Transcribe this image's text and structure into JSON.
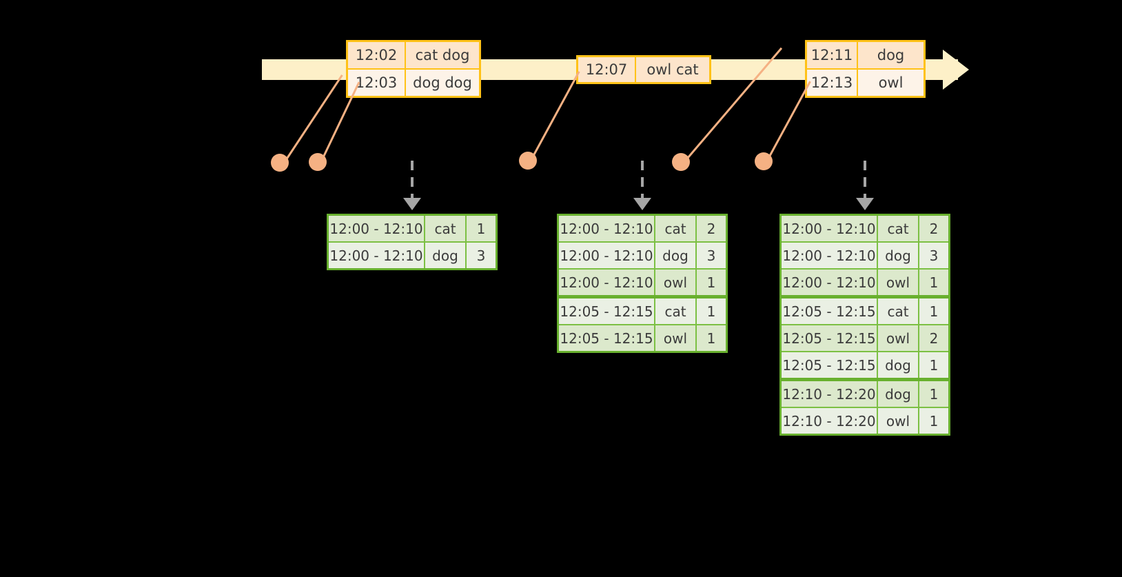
{
  "timeline": {
    "name": "event-time-axis",
    "arrow_direction": "right",
    "color": "#fdf0c8"
  },
  "events": [
    {
      "name": "event-box-1",
      "rows": [
        {
          "time": "12:02",
          "value": "cat dog"
        },
        {
          "time": "12:03",
          "value": "dog dog"
        }
      ]
    },
    {
      "name": "event-box-2",
      "rows": [
        {
          "time": "12:07",
          "value": "owl cat"
        }
      ]
    },
    {
      "name": "event-box-3",
      "rows": [
        {
          "time": "12:11",
          "value": "dog"
        },
        {
          "time": "12:13",
          "value": "owl"
        }
      ]
    }
  ],
  "result_tables": [
    {
      "name": "result-table-1",
      "rows": [
        {
          "window": "12:00 - 12:10",
          "key": "cat",
          "count": "1"
        },
        {
          "window": "12:00 - 12:10",
          "key": "dog",
          "count": "3"
        }
      ]
    },
    {
      "name": "result-table-2",
      "rows": [
        {
          "window": "12:00 - 12:10",
          "key": "cat",
          "count": "2"
        },
        {
          "window": "12:00 - 12:10",
          "key": "dog",
          "count": "3"
        },
        {
          "window": "12:00 - 12:10",
          "key": "owl",
          "count": "1"
        },
        {
          "window": "12:05 - 12:15",
          "key": "cat",
          "count": "1"
        },
        {
          "window": "12:05 - 12:15",
          "key": "owl",
          "count": "1"
        }
      ]
    },
    {
      "name": "result-table-3",
      "rows": [
        {
          "window": "12:00 - 12:10",
          "key": "cat",
          "count": "2"
        },
        {
          "window": "12:00 - 12:10",
          "key": "dog",
          "count": "3"
        },
        {
          "window": "12:00 - 12:10",
          "key": "owl",
          "count": "1"
        },
        {
          "window": "12:05 - 12:15",
          "key": "cat",
          "count": "1"
        },
        {
          "window": "12:05 - 12:15",
          "key": "owl",
          "count": "2"
        },
        {
          "window": "12:05 - 12:15",
          "key": "dog",
          "count": "1"
        },
        {
          "window": "12:10 - 12:20",
          "key": "dog",
          "count": "1"
        },
        {
          "window": "12:10 - 12:20",
          "key": "owl",
          "count": "1"
        }
      ]
    }
  ],
  "colors": {
    "timeline": "#fdf0c8",
    "event_border": "#ffc217",
    "event_fill_top": "#fde5cb",
    "event_fill_bottom": "#fdf3e8",
    "connector": "#f5b183",
    "table_border": "#68b02e",
    "table_fill_a": "#dce9cc",
    "table_fill_b": "#eaf0e4",
    "arrow": "#a6a6a6",
    "background": "#000000"
  }
}
